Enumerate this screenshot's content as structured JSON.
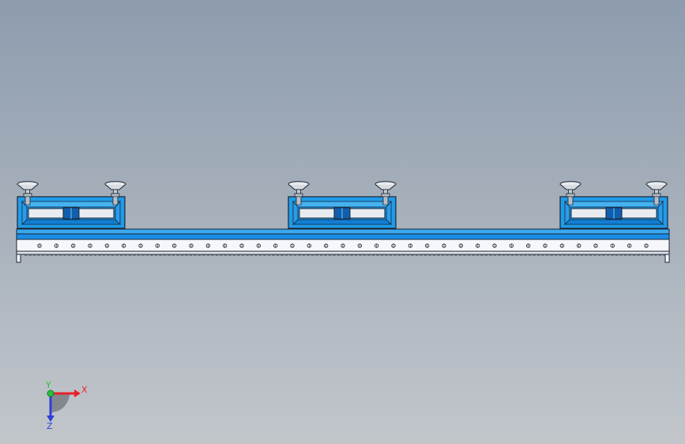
{
  "viewport": {
    "background_top": "#8d9cae",
    "background_bottom": "#c2c6cb"
  },
  "model": {
    "accent_color": "#1a8ce6",
    "frame_color": "#1f9be8",
    "dark_blue": "#0f5fae",
    "outline_color": "#1a2333",
    "rail_white": "#f5f7fa",
    "fixture_count": 3,
    "suction_cup_count": 6,
    "hole_count": 37
  },
  "triad": {
    "x_label": "X",
    "y_label": "Y",
    "z_label": "Z",
    "x_color": "#e8202a",
    "y_color": "#27c23a",
    "z_color": "#2c3fd8"
  }
}
